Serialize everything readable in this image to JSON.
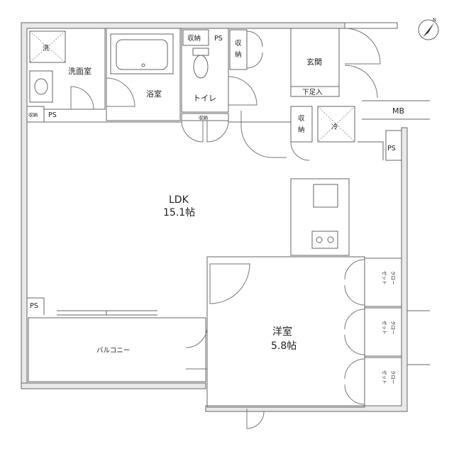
{
  "rooms": {
    "washroom": "洗面室",
    "wash_mark": "洗",
    "bath": "浴室",
    "toilet": "トイレ",
    "entrance": "玄関",
    "shoe_box": "下足入",
    "ldk_name": "LDK",
    "ldk_size": "15.1帖",
    "western_name": "洋室",
    "western_size": "5.8帖",
    "balcony": "バルコニー",
    "mb": "MB",
    "fridge": "冷"
  },
  "storage": {
    "top_small": "収納",
    "right_vertical": [
      "収",
      "納"
    ],
    "lower_vertical": [
      "収",
      "納"
    ],
    "left_small": "収納",
    "under_toilet": "収納"
  },
  "ps": {
    "label": "PS"
  },
  "closet": {
    "lines": [
      "クロー",
      "ゼット"
    ]
  },
  "compass": {
    "north": "N"
  }
}
